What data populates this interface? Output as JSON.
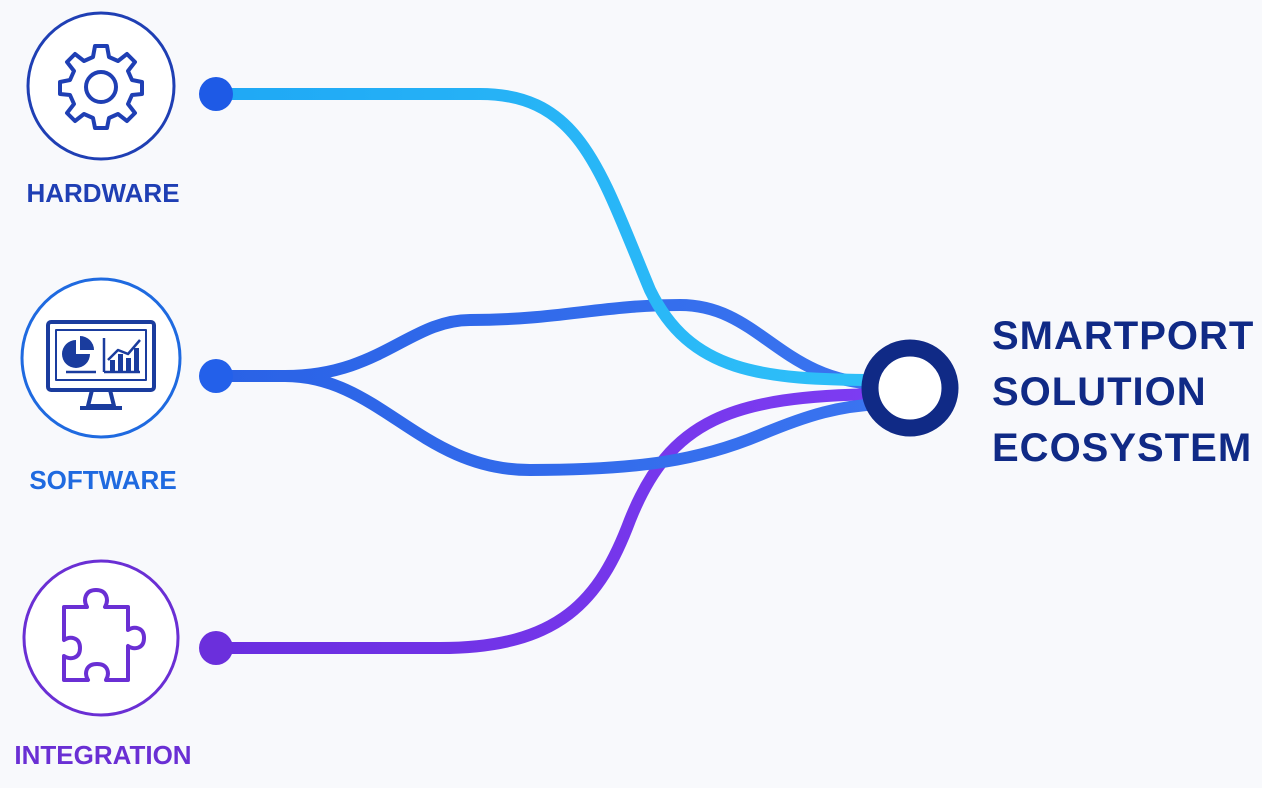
{
  "sources": [
    {
      "id": "hardware",
      "label": "HARDWARE",
      "icon": "gear-icon",
      "color": "#1f3fb4",
      "line_color": "#29b1f2"
    },
    {
      "id": "software",
      "label": "SOFTWARE",
      "icon": "monitor-chart-icon",
      "color": "#1f6ae0",
      "line_color": "#2f6ef0"
    },
    {
      "id": "integration",
      "label": "INTEGRATION",
      "icon": "puzzle-piece-icon",
      "color": "#6a2fd4",
      "line_color": "#7a3cf0"
    }
  ],
  "hub": {
    "title_lines": [
      "SMARTPORT",
      "SOLUTION",
      "ECOSYSTEM"
    ],
    "color": "#102a86"
  }
}
